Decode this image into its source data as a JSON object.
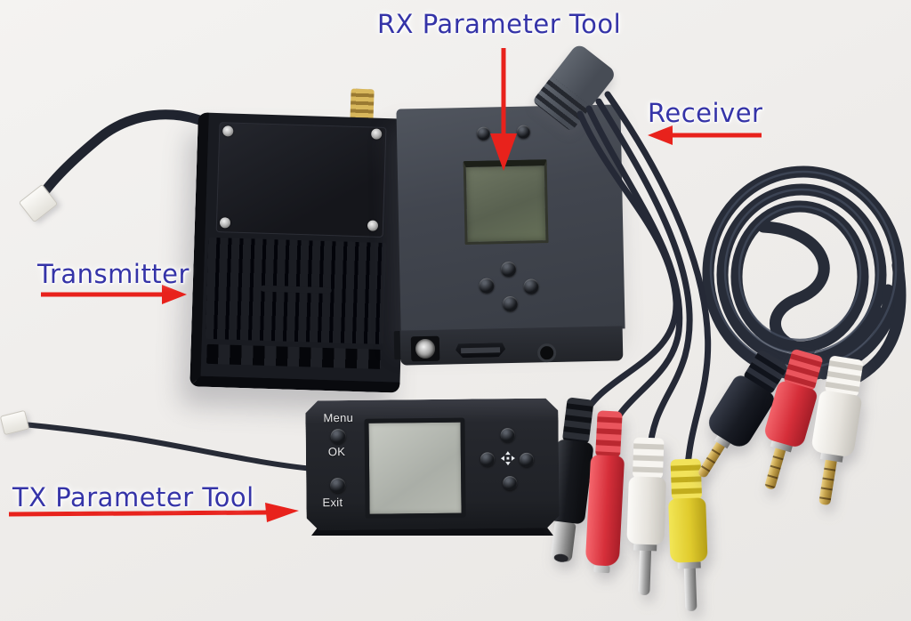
{
  "scene": {
    "background": "#efedea",
    "label_color": "#3534a8",
    "arrow_color": "#e8221c"
  },
  "annotations": {
    "rx_parameter_tool": {
      "label": "RX Parameter Tool",
      "arrow_direction": "down"
    },
    "receiver": {
      "label": "Receiver",
      "arrow_direction": "left"
    },
    "transmitter": {
      "label": "Transmitter",
      "arrow_direction": "right"
    },
    "tx_parameter_tool": {
      "label": "TX Parameter Tool",
      "arrow_direction": "right"
    }
  },
  "devices": {
    "tx_parameter_tool": {
      "buttons": {
        "menu": "Menu",
        "ok": "OK",
        "exit": "Exit"
      },
      "dpad_icon": "four-way-arrow-icon"
    }
  },
  "connector_colors": {
    "dc_plug": "#16181d",
    "red_lead": "#d62f3a",
    "white_lead": "#e5e2dc",
    "yellow_lead": "#e0cb2d",
    "gold_pin": "#c3a04a",
    "sma_gold": "#c09a46"
  }
}
